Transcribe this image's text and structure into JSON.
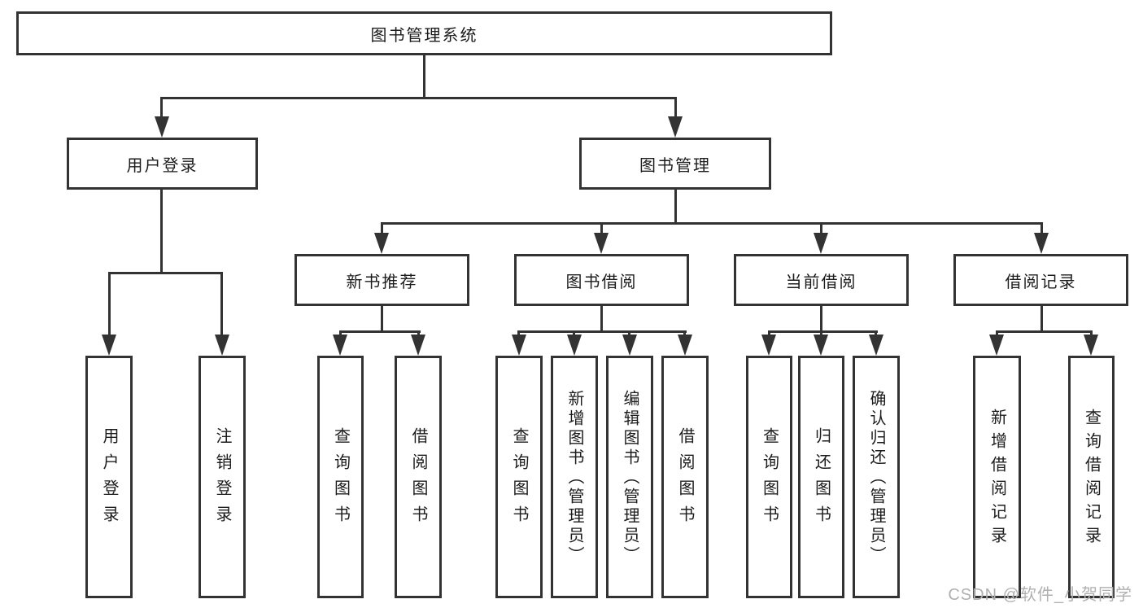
{
  "tree": {
    "label": "图书管理系统",
    "children": [
      {
        "label": "用户登录",
        "children": [
          {
            "label": "用户登录"
          },
          {
            "label": "注销登录"
          }
        ]
      },
      {
        "label": "图书管理",
        "children": [
          {
            "label": "新书推荐",
            "children": [
              {
                "label": "查询图书"
              },
              {
                "label": "借阅图书"
              }
            ]
          },
          {
            "label": "图书借阅",
            "children": [
              {
                "label": "查询图书"
              },
              {
                "label": "新增图书（管理员）"
              },
              {
                "label": "编辑图书（管理员）"
              },
              {
                "label": "借阅图书"
              }
            ]
          },
          {
            "label": "当前借阅",
            "children": [
              {
                "label": "查询图书"
              },
              {
                "label": "归还图书"
              },
              {
                "label": "确认归还（管理员）"
              }
            ]
          },
          {
            "label": "借阅记录",
            "children": [
              {
                "label": "新增借阅记录"
              },
              {
                "label": "查询借阅记录"
              }
            ]
          }
        ]
      }
    ]
  },
  "watermark": {
    "text": "CSDN @软件_小贺同学"
  },
  "colors": {
    "line": "#333333",
    "text": "#1c1c1c",
    "watermark": "#b0b0b0",
    "background": "#ffffff"
  }
}
